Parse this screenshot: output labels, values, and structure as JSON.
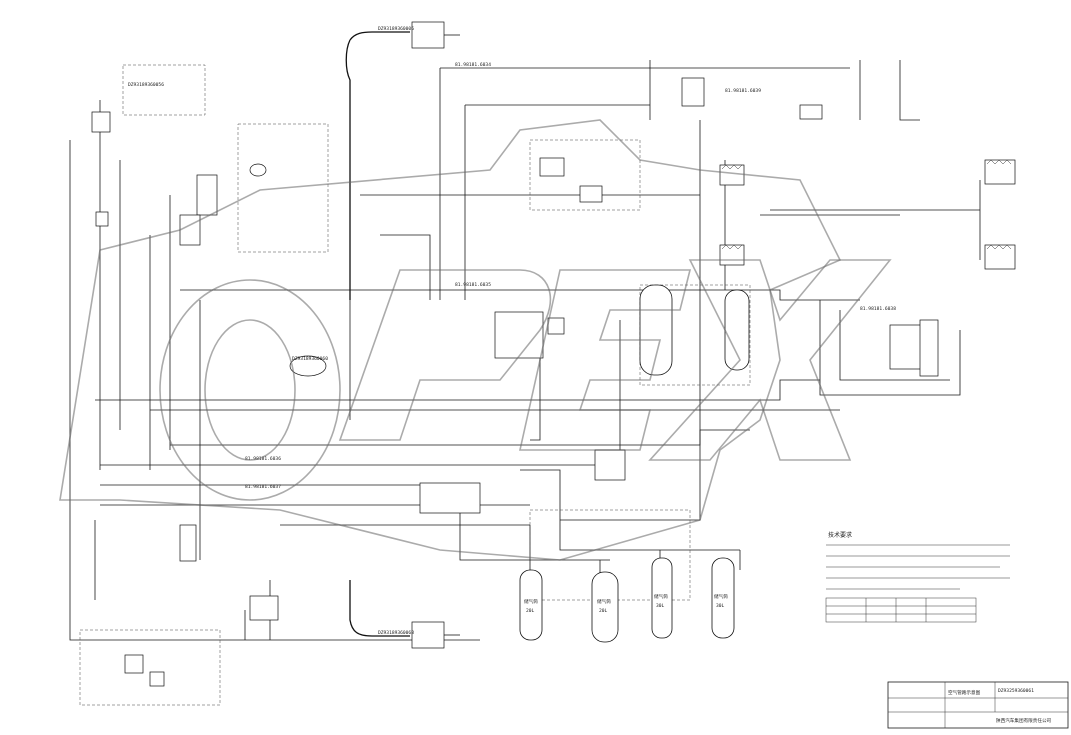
{
  "watermark": {
    "text": "OPEX",
    "color": "#666666"
  },
  "corner_mark": "",
  "labels": {
    "top_part": "DZ93189360006",
    "top_tank": "DZ93189360060",
    "bottom_part": "DZ93189360068",
    "left_valve": "DZ93189360056",
    "notes_title": "技术要求",
    "spec_no": "DZ93259360061",
    "spec_title": "空气管路示意图",
    "company": "陕西汽车集团有限责任公司",
    "tank_a": "储气筒",
    "tank_b": "储气筒",
    "tank_c": "储气筒",
    "tank_d": "储气筒",
    "tank_vol_a": "20L",
    "tank_vol_b": "20L",
    "tank_vol_c": "30L",
    "tank_vol_d": "30L",
    "hose_1": "81.98181.6034",
    "hose_2": "81.98181.6035",
    "hose_3": "81.98181.6036",
    "hose_4": "81.98181.6037",
    "hose_5": "81.98181.6038",
    "hose_6": "81.98181.6039"
  }
}
